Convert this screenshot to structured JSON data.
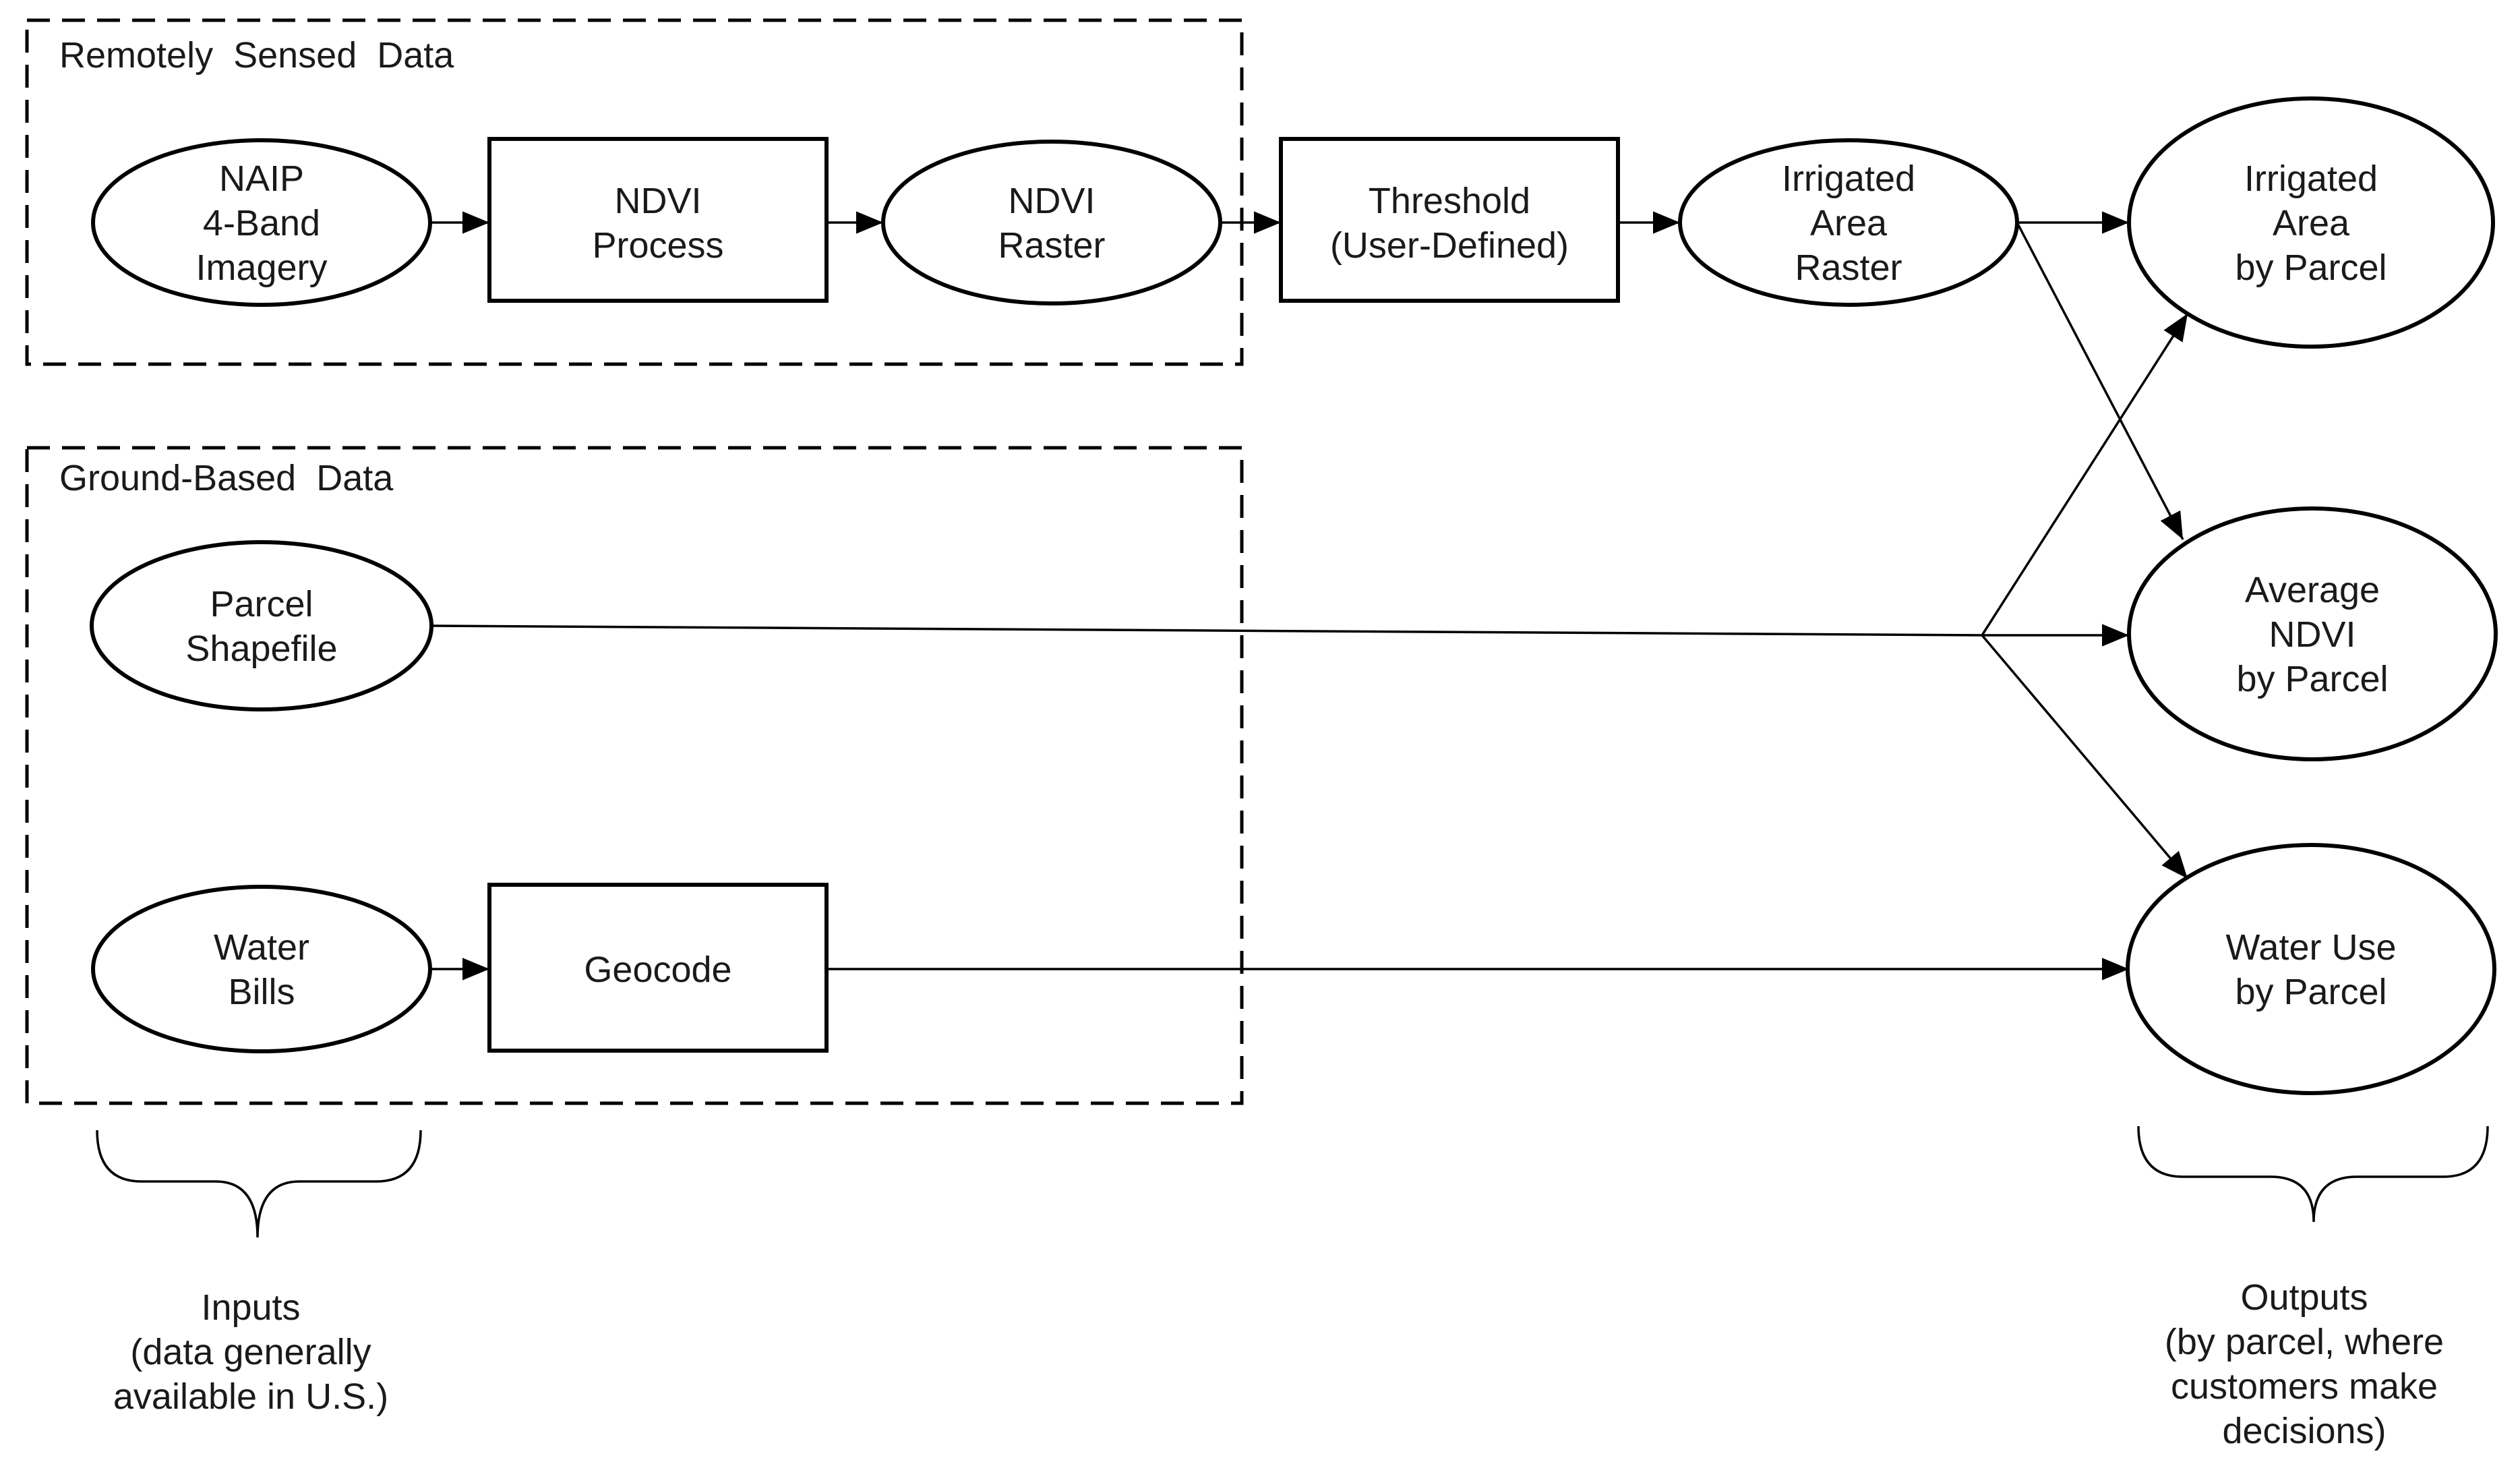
{
  "groups": {
    "remote": {
      "label": "Remotely  Sensed  Data"
    },
    "ground": {
      "label": "Ground-Based  Data"
    }
  },
  "nodes": {
    "naip": {
      "lines": [
        "NAIP",
        "4-Band",
        "Imagery"
      ]
    },
    "ndvi_process": {
      "lines": [
        "NDVI",
        "Process"
      ]
    },
    "ndvi_raster": {
      "lines": [
        "NDVI",
        "Raster"
      ]
    },
    "threshold": {
      "lines": [
        "Threshold",
        "(User-Defined)"
      ]
    },
    "irrigated_raster": {
      "lines": [
        "Irrigated",
        "Area",
        "Raster"
      ]
    },
    "irrigated_parcel": {
      "lines": [
        "Irrigated",
        "Area",
        "by Parcel"
      ]
    },
    "parcel_shapefile": {
      "lines": [
        "Parcel",
        "Shapefile"
      ]
    },
    "average_ndvi": {
      "lines": [
        "Average",
        "NDVI",
        "by Parcel"
      ]
    },
    "water_bills": {
      "lines": [
        "Water",
        "Bills"
      ]
    },
    "geocode": {
      "lines": [
        "Geocode"
      ]
    },
    "water_use": {
      "lines": [
        "Water Use",
        "by Parcel"
      ]
    }
  },
  "notes": {
    "inputs": {
      "lines": [
        "Inputs",
        "(data generally",
        "available  in U.S.)"
      ]
    },
    "outputs": {
      "lines": [
        "Outputs",
        "(by parcel, where",
        "customers make",
        "decisions)"
      ]
    }
  }
}
